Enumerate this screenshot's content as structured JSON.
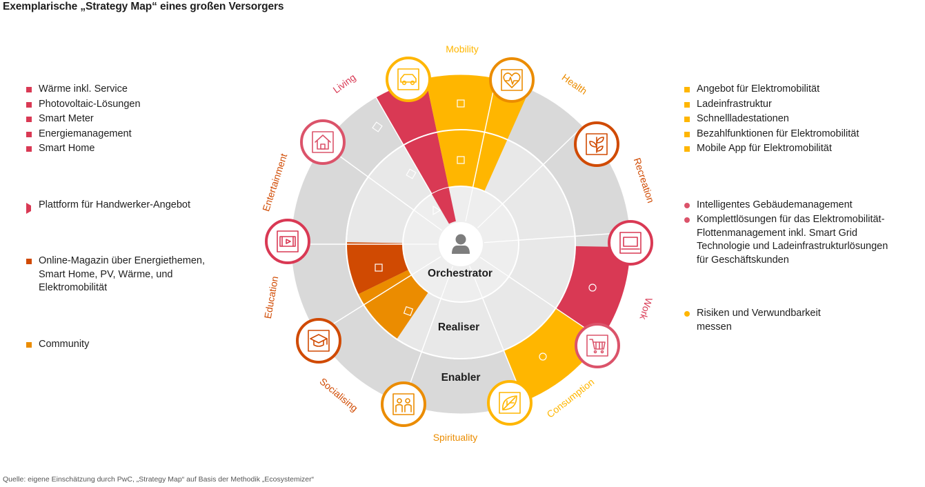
{
  "title": "Exemplarische „Strategy Map“ eines großen Versorgers",
  "source": "Quelle: eigene Einschätzung durch PwC, „Strategy Map“ auf Basis der Methodik „Ecosystemizer“",
  "colors": {
    "ring_grey": "#d9d9d9",
    "ring_grey_light": "#e8e8e8",
    "center_grey": "#eeeeee",
    "red": "#d93954",
    "yellow": "#ffb600",
    "dark_orange": "#d04a02",
    "orange": "#eb8c00",
    "rose": "#db536a",
    "yellow_label": "#ffb600"
  },
  "left_legend": [
    {
      "marker": "square",
      "color": "#d93954",
      "items": [
        "Wärme inkl. Service",
        "Photovoltaic-Lösungen",
        "Smart Meter",
        "Energiemanagement",
        "Smart Home"
      ]
    },
    {
      "marker": "tri",
      "color": "#d93954",
      "items": [
        "Plattform für Handwerker-Angebot"
      ]
    },
    {
      "marker": "square",
      "color": "#d04a02",
      "items": [
        "Online-Magazin über Energiethemen,",
        "Smart Home, PV, Wärme, und",
        "Elektromobilität"
      ]
    },
    {
      "marker": "square",
      "color": "#eb8c00",
      "items": [
        "Community"
      ]
    }
  ],
  "right_legend": [
    {
      "marker": "square",
      "color": "#ffb600",
      "items": [
        "Angebot für Elektromobilität",
        "Ladeinfrastruktur",
        "Schnellladestationen",
        "Bezahlfunktionen für Elektromobilität",
        "Mobile App für Elektromobilität"
      ]
    },
    {
      "marker": "circle",
      "color": "#db536a",
      "items": [
        "Intelligentes Gebäudemanagement",
        "Komplettlösungen für das Elektromobilität-",
        "Flottenmanagement inkl. Smart Grid",
        "Technologie und Ladeinfrastrukturlösungen",
        "für Geschäftskunden"
      ]
    },
    {
      "marker": "circle",
      "color": "#ffb600",
      "items": [
        "Risiken und Verwundbarkeit",
        "messen"
      ]
    }
  ],
  "rings": {
    "center": "Orchestrator",
    "middle": "Realiser",
    "outer": "Enabler"
  },
  "segments": [
    {
      "name": "Mobility",
      "color": "#ffb600",
      "icon": "car-icon"
    },
    {
      "name": "Health",
      "color": "#eb8c00",
      "icon": "heart-monitor-icon"
    },
    {
      "name": "Recreation",
      "color": "#d04a02",
      "icon": "plant-icon"
    },
    {
      "name": "Work",
      "color": "#d93954",
      "icon": "laptop-icon"
    },
    {
      "name": "Consumption",
      "color": "#ffb600",
      "icon": "shopping-cart-icon"
    },
    {
      "name": "Spirituality",
      "color": "#eb8c00",
      "icon": "people-icon"
    },
    {
      "name": "Socialising",
      "color": "#d04a02",
      "icon": "graduation-cap-icon"
    },
    {
      "name": "Education",
      "color": "#d04a02",
      "icon": "film-icon"
    },
    {
      "name": "Entertainment",
      "color": "#d04a02",
      "icon": "house-icon"
    },
    {
      "name": "Living",
      "color": "#d93954",
      "icon": "leaf-icon"
    }
  ]
}
